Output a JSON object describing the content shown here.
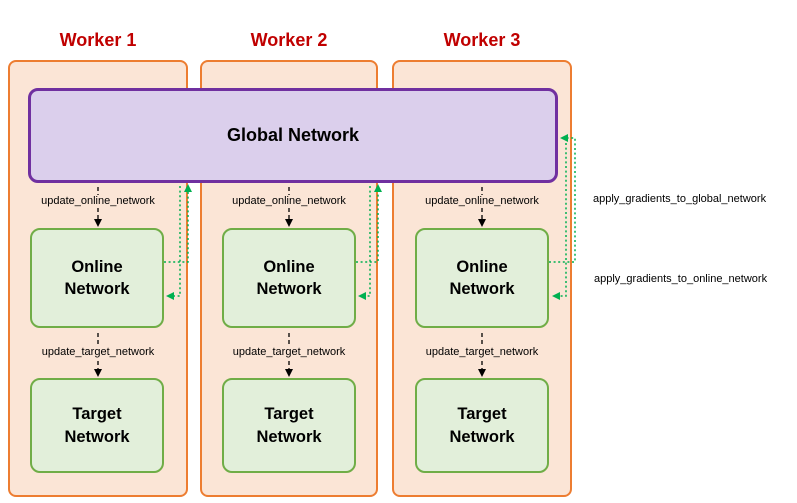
{
  "diagram": {
    "global_network": {
      "label": "Global Network"
    },
    "workers": [
      {
        "title": "Worker 1",
        "online_network": "Online Network",
        "target_network": "Target Network",
        "update_online_label": "update_online_network",
        "update_target_label": "update_target_network"
      },
      {
        "title": "Worker 2",
        "online_network": "Online Network",
        "target_network": "Target Network",
        "update_online_label": "update_online_network",
        "update_target_label": "update_target_network"
      },
      {
        "title": "Worker 3",
        "online_network": "Online Network",
        "target_network": "Target Network",
        "update_online_label": "update_online_network",
        "update_target_label": "update_target_network"
      }
    ],
    "annotations": {
      "apply_gradients_global": "apply_gradients_to_global_network",
      "apply_gradients_online": "apply_gradients_to_online_network"
    }
  },
  "colors": {
    "worker_title": "#c00000",
    "worker_fill": "#fbe5d6",
    "worker_border": "#ed7d31",
    "global_fill": "#dbcfec",
    "global_border": "#7030a0",
    "network_fill": "#e2efda",
    "network_border": "#70ad47",
    "gradient_arrow": "#00b050",
    "update_arrow": "#000000"
  }
}
